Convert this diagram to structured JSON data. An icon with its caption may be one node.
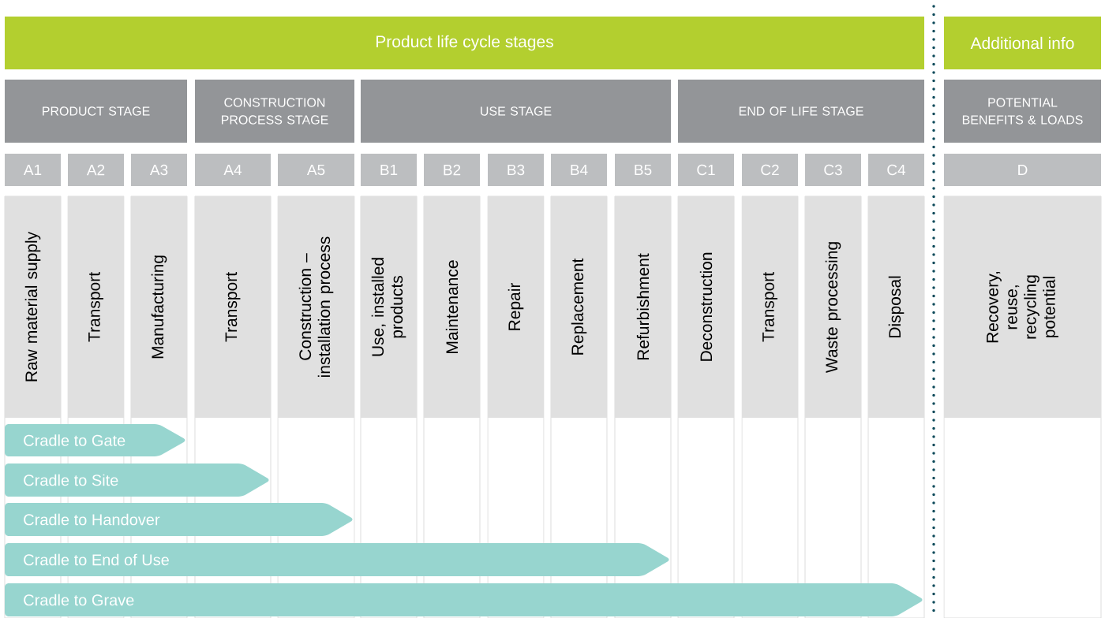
{
  "diagram": {
    "nodes": [
      {
        "text": [
          "Product life cycle stages"
        ]
      },
      {
        "text": [
          "Additional info"
        ]
      },
      {
        "text": [
          "PRODUCT STAGE"
        ]
      },
      {
        "text": [
          "CONSTRUCTION PROCESS STAGE"
        ]
      },
      {
        "text": [
          "USE STAGE"
        ]
      },
      {
        "text": [
          "END OF LIFE STAGE"
        ]
      },
      {
        "text": [
          "POTENTIAL BENEFITS & LOADS"
        ]
      },
      {
        "text": [
          "A1"
        ]
      },
      {
        "text": [
          "A2"
        ]
      },
      {
        "text": [
          "A3"
        ]
      },
      {
        "text": [
          "A4"
        ]
      },
      {
        "text": [
          "A5"
        ]
      },
      {
        "text": [
          "B1"
        ]
      },
      {
        "text": [
          "B2"
        ]
      },
      {
        "text": [
          "B3"
        ]
      },
      {
        "text": [
          "B4"
        ]
      },
      {
        "text": [
          "B5"
        ]
      },
      {
        "text": [
          "C1"
        ]
      },
      {
        "text": [
          "C2"
        ]
      },
      {
        "text": [
          "C3"
        ]
      },
      {
        "text": [
          "C4"
        ]
      },
      {
        "text": [
          "D"
        ]
      },
      {
        "text": [
          "Raw material supply"
        ]
      },
      {
        "text": [
          "Transport"
        ]
      },
      {
        "text": [
          "Manufacturing"
        ]
      },
      {
        "text": [
          "Transport"
        ]
      },
      {
        "text": [
          "Construction – installation process"
        ]
      },
      {
        "text": [
          "Use, installed products"
        ]
      },
      {
        "text": [
          "Maintenance"
        ]
      },
      {
        "text": [
          "Repair"
        ]
      },
      {
        "text": [
          "Replacement"
        ]
      },
      {
        "text": [
          "Refurbishment"
        ]
      },
      {
        "text": [
          "Deconstruction"
        ]
      },
      {
        "text": [
          "Transport"
        ]
      },
      {
        "text": [
          "Waste processing"
        ]
      },
      {
        "text": [
          "Disposal"
        ]
      },
      {
        "text": [
          "Recovery, reuse, recycling potential"
        ]
      },
      {
        "text": [
          "Cradle to Gate"
        ]
      },
      {
        "text": [
          "Cradle to Site"
        ]
      },
      {
        "text": [
          "Cradle to Handover"
        ]
      },
      {
        "text": [
          "Cradle to End of Use"
        ]
      },
      {
        "text": [
          "Cradle to Grave"
        ]
      }
    ]
  }
}
